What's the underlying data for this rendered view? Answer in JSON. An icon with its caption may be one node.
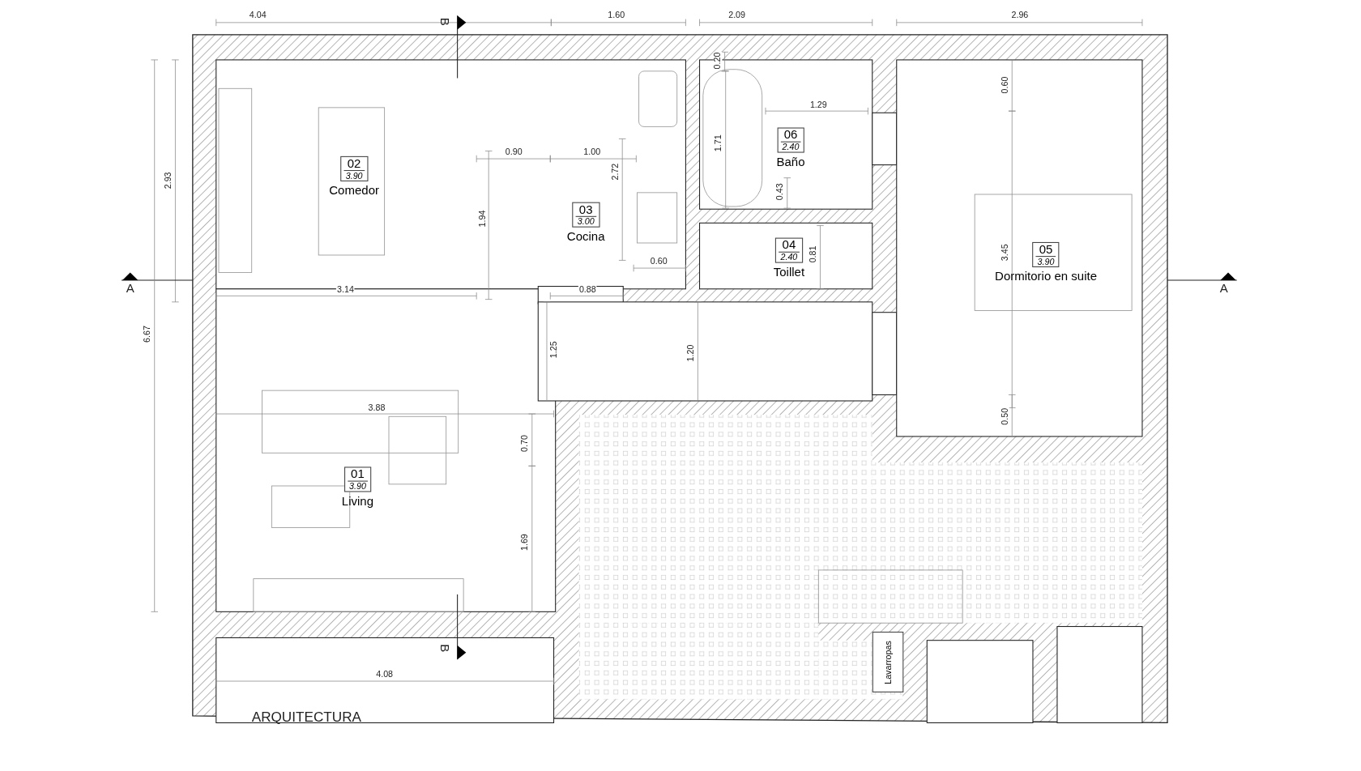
{
  "diagram": {
    "title": "ARQUITECTURA",
    "nodes": [
      {
        "text": [
          "02",
          "3.90",
          "Comedor"
        ]
      },
      {
        "text": [
          "03",
          "3.00",
          "Cocina"
        ]
      },
      {
        "text": [
          "06",
          "2.40",
          "Baño"
        ]
      },
      {
        "text": [
          "05",
          "3.90",
          "Dormitorio en suite"
        ]
      },
      {
        "text": [
          "04",
          "2.40",
          "Toillet"
        ]
      },
      {
        "text": [
          "01",
          "3.90",
          "Living"
        ]
      },
      {
        "text": [
          "Lavarropas"
        ]
      }
    ],
    "labels": [
      "4.04",
      "B",
      "1.60",
      "2.09",
      "2.96",
      "0.20",
      "0.60",
      "1.29",
      "1.71",
      "0.90",
      "1.00",
      "2.93",
      "2.72",
      "0.43",
      "1.94",
      "0.81",
      "3.45",
      "0.60",
      "A",
      "3.14",
      "0.88",
      "A",
      "6.67",
      "1.25",
      "1.20",
      "3.88",
      "0.50",
      "0.70",
      "1.69",
      "B",
      "4.08"
    ]
  }
}
